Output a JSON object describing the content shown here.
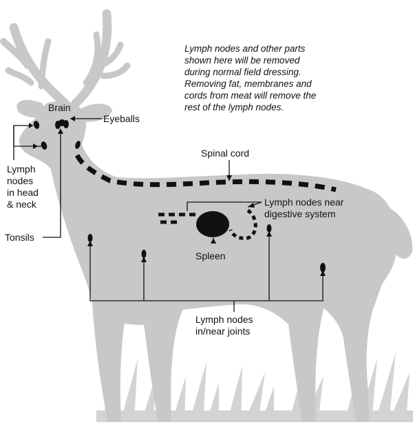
{
  "note_lines": [
    "Lymph nodes and other parts",
    "shown here will be removed",
    "during normal field dressing.",
    "Removing fat, membranes and",
    "cords from meat will remove the",
    "rest of the lymph nodes."
  ],
  "labels": {
    "brain": "Brain",
    "eyeballs": "Eyeballs",
    "spinal_cord": "Spinal cord",
    "lymph_head_neck": [
      "Lymph",
      "nodes",
      "in head",
      "& neck"
    ],
    "tonsils": "Tonsils",
    "lymph_digestive": [
      "Lymph nodes near",
      "digestive system"
    ],
    "spleen": "Spleen",
    "lymph_joints": [
      "Lymph nodes",
      "in/near joints"
    ]
  },
  "colors": {
    "silhouette": "#c8c8c8",
    "grass": "#d3d3d3",
    "ink": "#111111"
  }
}
